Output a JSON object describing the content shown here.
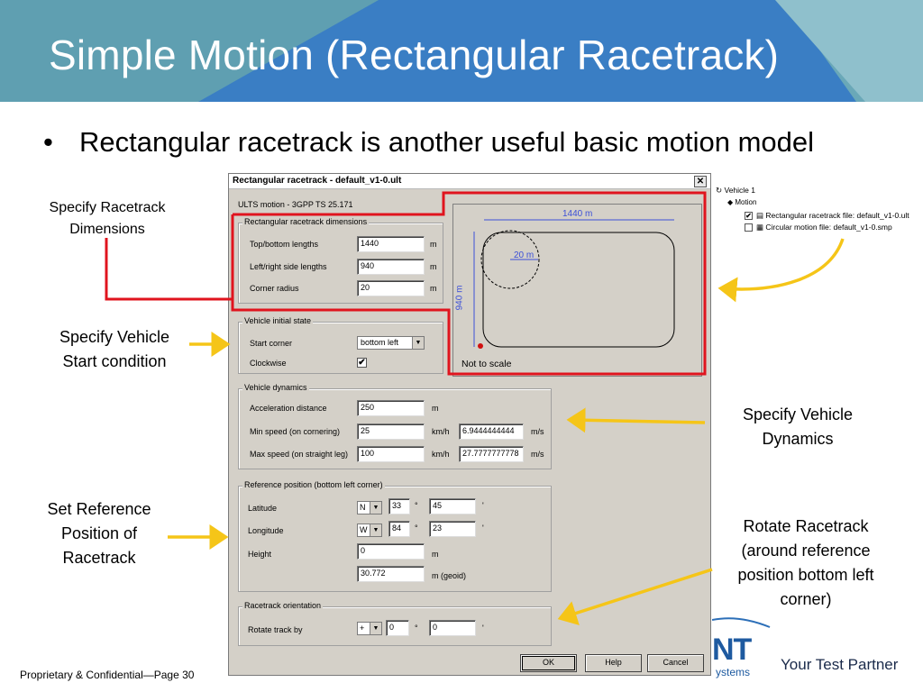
{
  "slide": {
    "title": "Simple Motion (Rectangular Racetrack)",
    "bullet": "Rectangular racetrack is another useful basic motion model",
    "footer": "Proprietary & Confidential—Page 30",
    "tagline": "Your Test Partner",
    "logo_partial_text": "NT",
    "logo_partial_sub": "ystems",
    "colors": {
      "banner_blue": "#3a7ec4",
      "banner_teal": "#6aa8b8",
      "arrow": "#f5c518",
      "highlight": "#e0141e"
    }
  },
  "callouts": {
    "dimensions": [
      "Specify Racetrack",
      "Dimensions"
    ],
    "start": [
      "Specify Vehicle",
      "Start condition"
    ],
    "dynamics": [
      "Specify Vehicle",
      "Dynamics"
    ],
    "reference": [
      "Set Reference",
      "Position of",
      "Racetrack"
    ],
    "rotate": [
      "Rotate Racetrack",
      "(around reference",
      "position bottom left",
      "corner)"
    ]
  },
  "dialog": {
    "title": "Rectangular racetrack - default_v1-0.ult",
    "close_icon": "close-icon",
    "subtitle": "ULTS motion - 3GPP TS 25.171",
    "dimensions": {
      "label": "Rectangular racetrack dimensions",
      "top_bottom_label": "Top/bottom lengths",
      "top_bottom_value": "1440",
      "top_bottom_unit": "m",
      "left_right_label": "Left/right side lengths",
      "left_right_value": "940",
      "left_right_unit": "m",
      "corner_label": "Corner radius",
      "corner_value": "20",
      "corner_unit": "m"
    },
    "initial_state": {
      "label": "Vehicle initial state",
      "start_corner_label": "Start corner",
      "start_corner_value": "bottom left",
      "clockwise_label": "Clockwise",
      "clockwise_checked": "✔"
    },
    "dynamics": {
      "label": "Vehicle dynamics",
      "accel_label": "Acceleration distance",
      "accel_value": "250",
      "accel_unit": "m",
      "min_label": "Min speed (on cornering)",
      "min_value": "25",
      "min_unit": "km/h",
      "min_ms_value": "6.9444444444",
      "min_ms_unit": "m/s",
      "max_label": "Max speed (on straight leg)",
      "max_value": "100",
      "max_unit": "km/h",
      "max_ms_value": "27.7777777778",
      "max_ms_unit": "m/s"
    },
    "reference": {
      "label": "Reference position (bottom left corner)",
      "lat_label": "Latitude",
      "lat_dir": "N",
      "lat_deg": "33",
      "deg_symbol": "°",
      "lat_min": "45",
      "min_symbol": "'",
      "lon_label": "Longitude",
      "lon_dir": "W",
      "lon_deg": "84",
      "lon_min": "23",
      "height_label": "Height",
      "height_value": "0",
      "height_unit": "m",
      "geoid_value": "30.772",
      "geoid_unit": "m (geoid)"
    },
    "orientation": {
      "label": "Racetrack orientation",
      "rotate_label": "Rotate track by",
      "sign": "+",
      "deg_value": "0",
      "min_value": "0"
    },
    "preview": {
      "width_label": "1440 m",
      "height_label": "940 m",
      "radius_label": "20 m",
      "note": "Not to scale"
    },
    "buttons": {
      "ok": "OK",
      "help": "Help",
      "cancel": "Cancel"
    }
  },
  "tree": {
    "root": "Vehicle 1",
    "motion": "Motion",
    "item1": "Rectangular racetrack file: default_v1-0.ult",
    "item1_checked": "✔",
    "item2": "Circular motion file: default_v1-0.smp"
  }
}
